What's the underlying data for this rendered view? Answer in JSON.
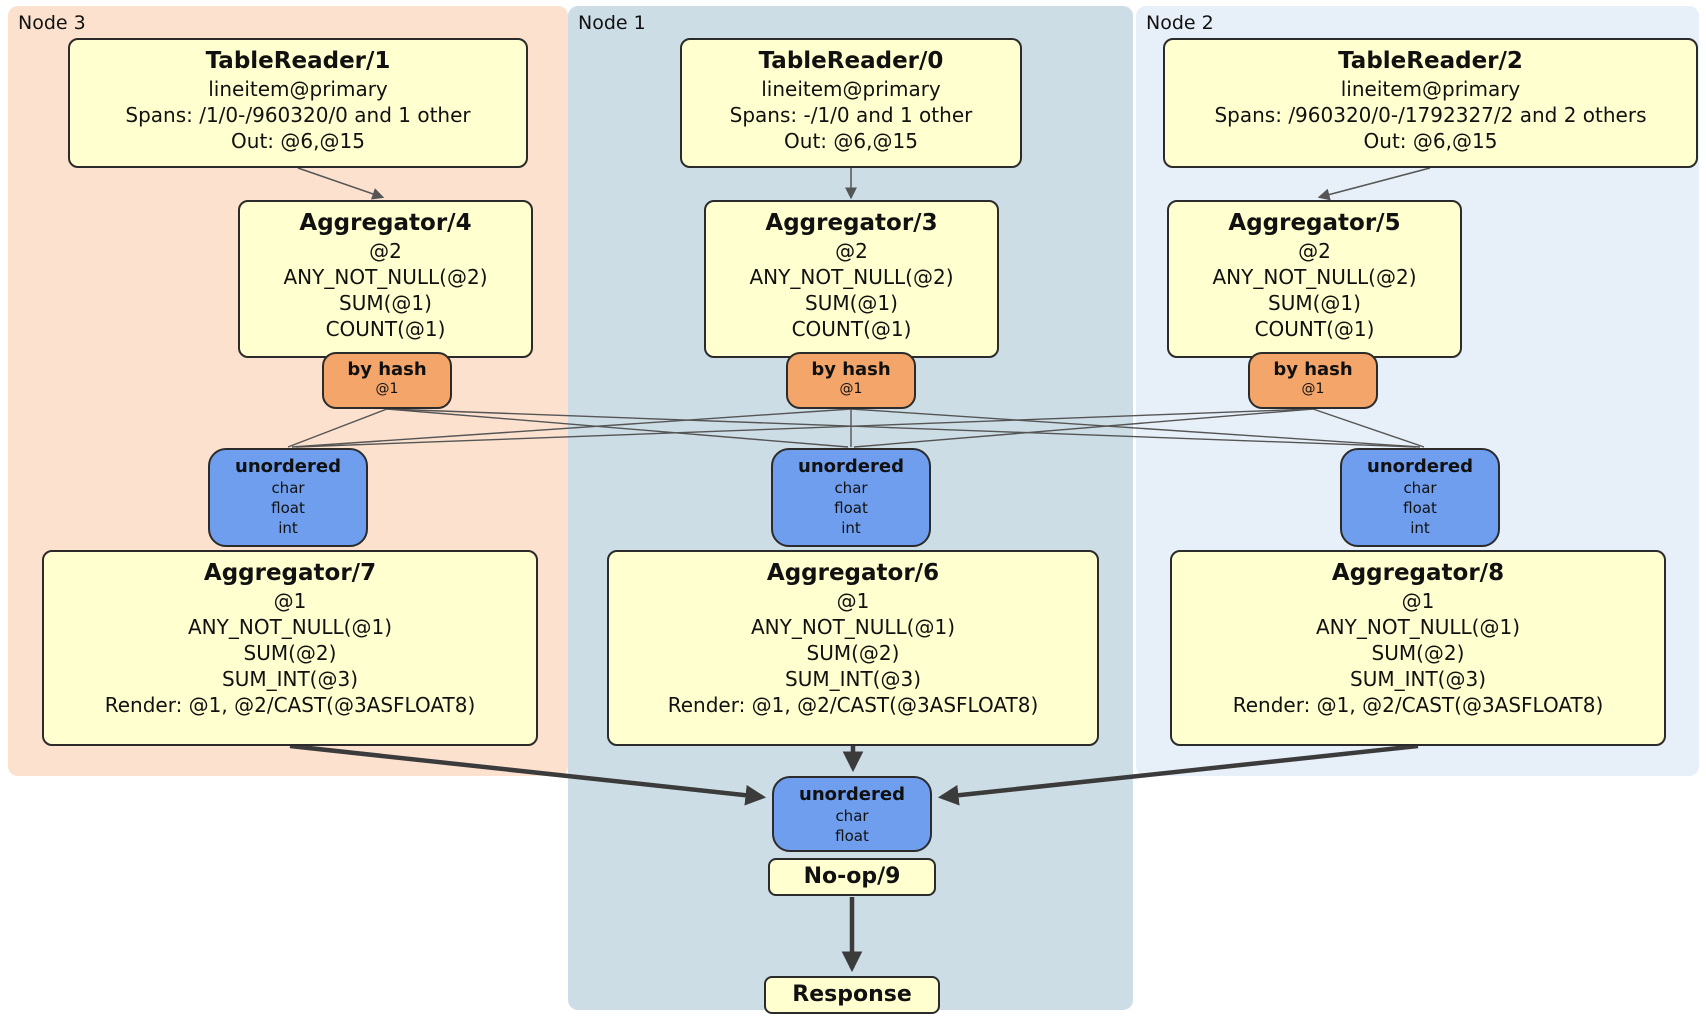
{
  "colors": {
    "bg-node3": "#fbe1ce",
    "bg-node1": "#cddde5",
    "bg-node2": "#e7eff8",
    "box-yellow": "#ffffcf",
    "router-orange": "#f4a569",
    "sync-blue": "#6f9eee",
    "edge-thin": "#555555",
    "edge-thick": "#3b3b3b"
  },
  "regions": [
    {
      "label": "Node 3"
    },
    {
      "label": "Node 1"
    },
    {
      "label": "Node 2"
    }
  ],
  "processors": {
    "tr1": {
      "title": "TableReader/1",
      "lines": [
        "lineitem@primary",
        "Spans: /1/0-/960320/0 and 1 other",
        "Out: @6,@15"
      ]
    },
    "tr0": {
      "title": "TableReader/0",
      "lines": [
        "lineitem@primary",
        "Spans: -/1/0 and 1 other",
        "Out: @6,@15"
      ]
    },
    "tr2": {
      "title": "TableReader/2",
      "lines": [
        "lineitem@primary",
        "Spans: /960320/0-/1792327/2 and 2 others",
        "Out: @6,@15"
      ]
    },
    "agg4": {
      "title": "Aggregator/4",
      "lines": [
        "@2",
        "ANY_NOT_NULL(@2)",
        "SUM(@1)",
        "COUNT(@1)"
      ]
    },
    "agg3": {
      "title": "Aggregator/3",
      "lines": [
        "@2",
        "ANY_NOT_NULL(@2)",
        "SUM(@1)",
        "COUNT(@1)"
      ]
    },
    "agg5": {
      "title": "Aggregator/5",
      "lines": [
        "@2",
        "ANY_NOT_NULL(@2)",
        "SUM(@1)",
        "COUNT(@1)"
      ]
    },
    "agg7": {
      "title": "Aggregator/7",
      "lines": [
        "@1",
        "ANY_NOT_NULL(@1)",
        "SUM(@2)",
        "SUM_INT(@3)",
        "Render: @1, @2/CAST(@3ASFLOAT8)"
      ]
    },
    "agg6": {
      "title": "Aggregator/6",
      "lines": [
        "@1",
        "ANY_NOT_NULL(@1)",
        "SUM(@2)",
        "SUM_INT(@3)",
        "Render: @1, @2/CAST(@3ASFLOAT8)"
      ]
    },
    "agg8": {
      "title": "Aggregator/8",
      "lines": [
        "@1",
        "ANY_NOT_NULL(@1)",
        "SUM(@2)",
        "SUM_INT(@3)",
        "Render: @1, @2/CAST(@3ASFLOAT8)"
      ]
    },
    "hash": {
      "title": "by hash",
      "sub": "@1"
    },
    "sync3": {
      "title": "unordered",
      "lines": [
        "char",
        "float",
        "int"
      ]
    },
    "syncFinal": {
      "title": "unordered",
      "lines": [
        "char",
        "float"
      ]
    },
    "noop": {
      "title": "No-op/9"
    },
    "response": {
      "title": "Response"
    }
  }
}
